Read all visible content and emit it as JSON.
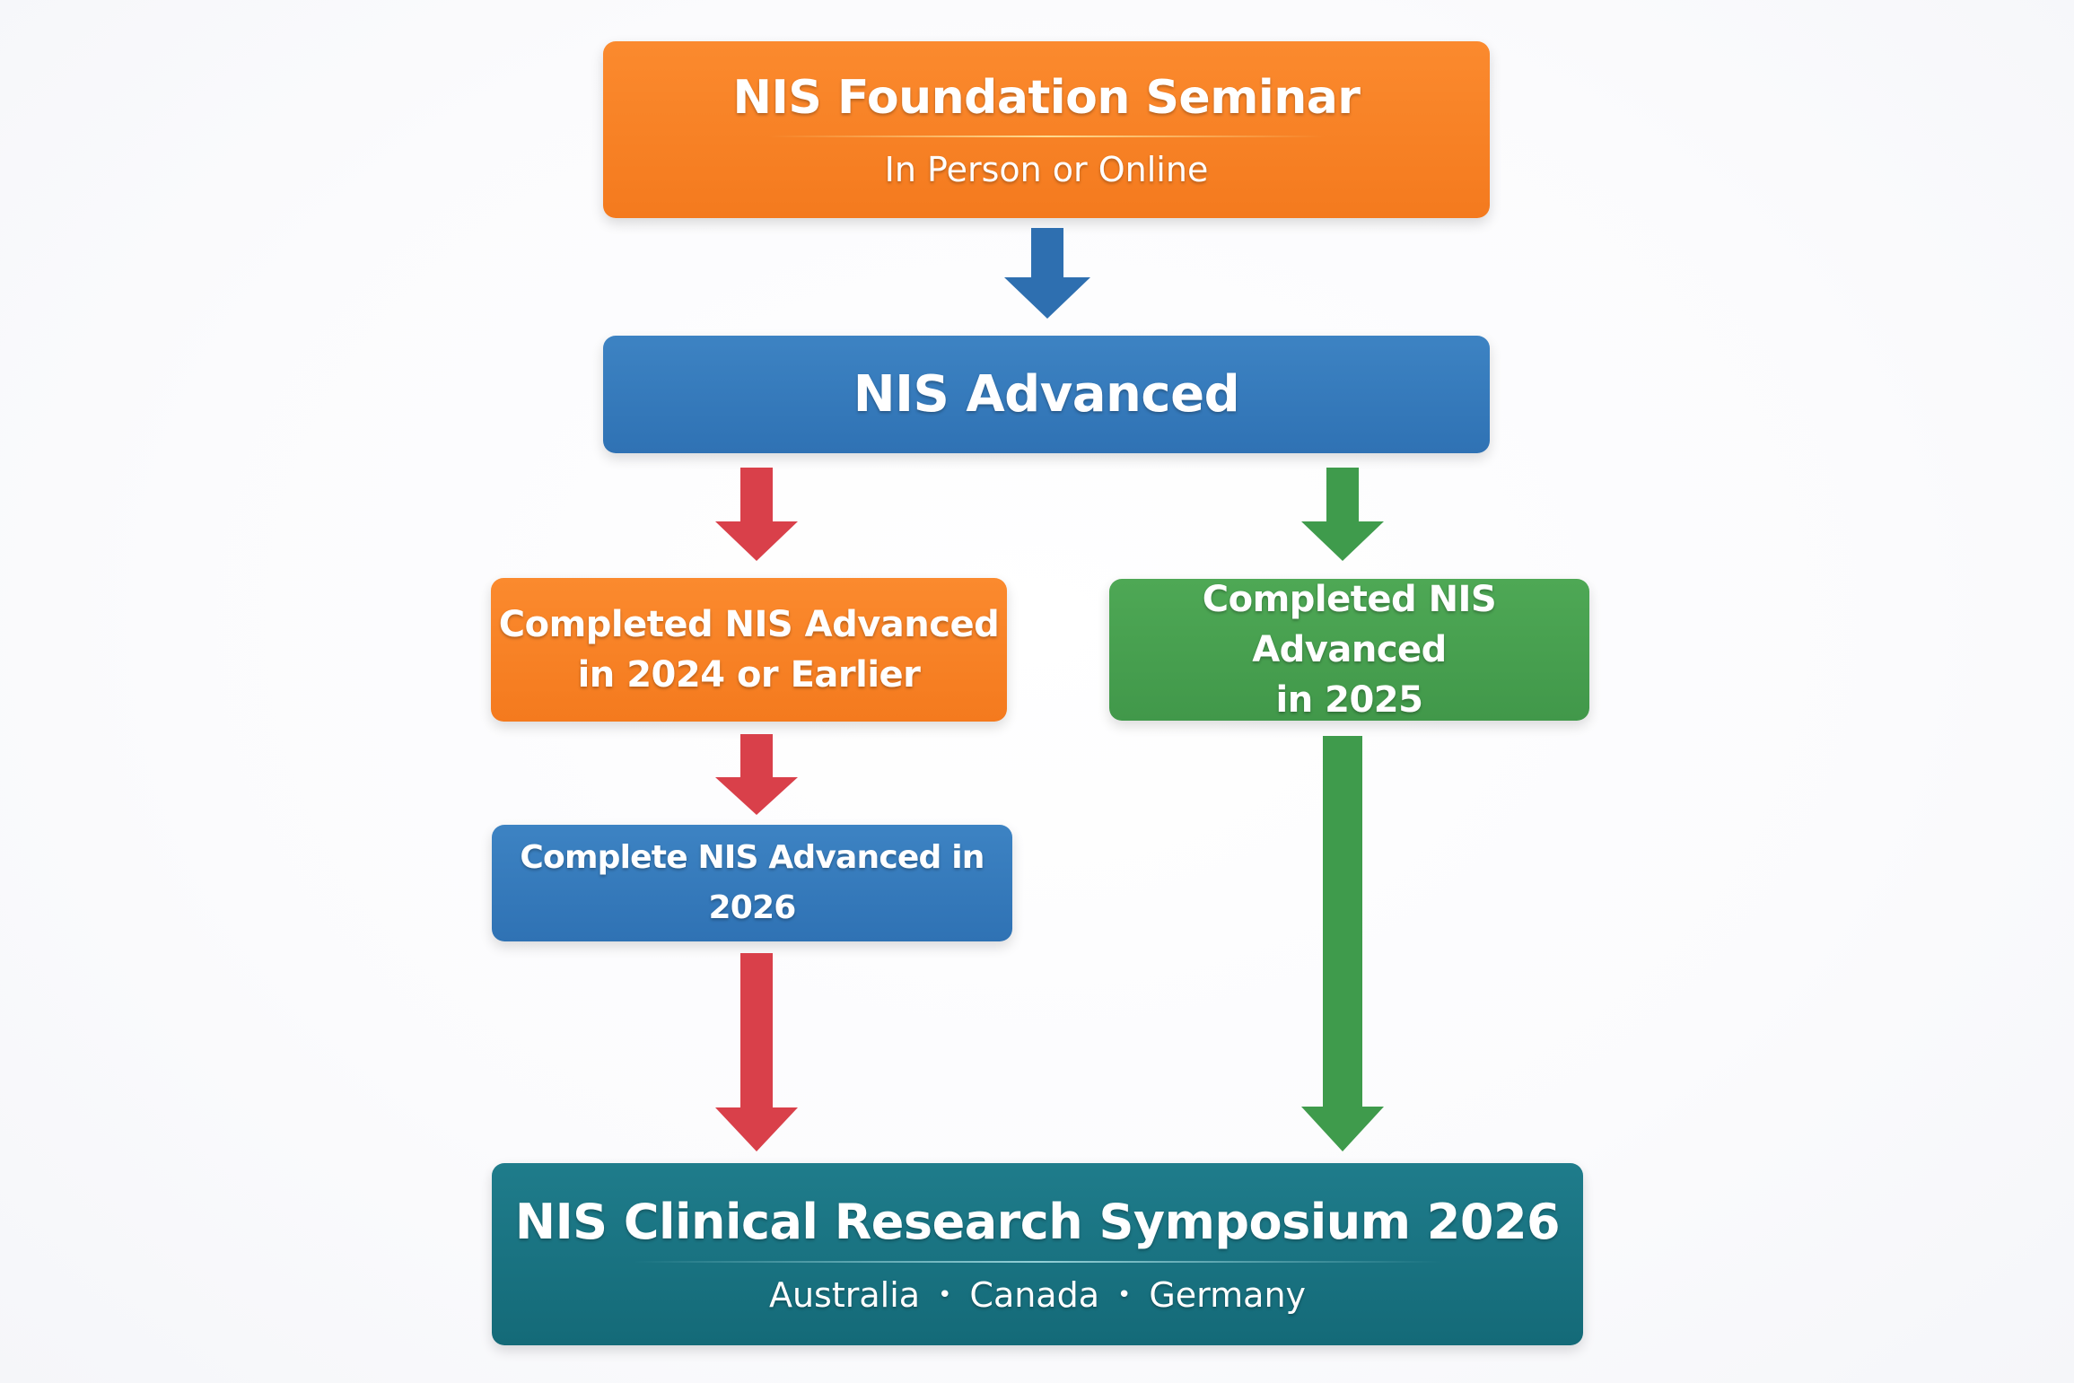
{
  "colors": {
    "orange": "#f47a1e",
    "blue": "#2f72b4",
    "green": "#41984a",
    "teal": "#146a78",
    "red_arrow": "#d9404a",
    "blue_arrow": "#2e6fb0",
    "green_arrow": "#3f9b4c"
  },
  "foundation": {
    "title": "NIS Foundation Seminar",
    "subtitle": "In Person or Online"
  },
  "advanced": {
    "title": "NIS Advanced"
  },
  "branch_left": {
    "line1": "Completed NIS Advanced",
    "line2": "in 2024 or Earlier"
  },
  "branch_right": {
    "line1": "Completed NIS Advanced",
    "line2": "in 2025"
  },
  "requirement": {
    "label": "Complete NIS Advanced in 2026"
  },
  "symposium": {
    "title": "NIS Clinical Research Symposium 2026",
    "locations": [
      "Australia",
      "Canada",
      "Germany"
    ],
    "separator": "•"
  }
}
